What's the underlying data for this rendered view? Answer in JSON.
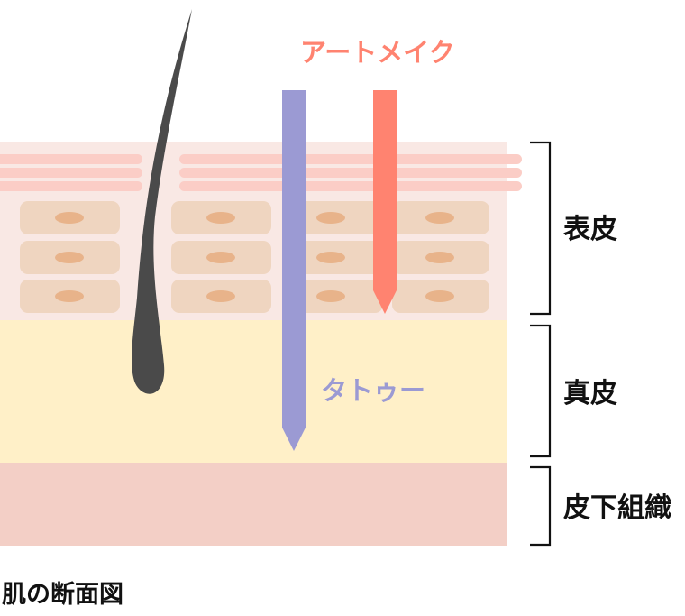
{
  "title": "肌の断面図",
  "layers": {
    "epidermis": "表皮",
    "dermis": "真皮",
    "subcutaneous": "皮下組織"
  },
  "needles": {
    "art_make": {
      "label": "アートメイク",
      "color": "#ff8370"
    },
    "tattoo": {
      "label": "タトゥー",
      "color": "#9b9ad3"
    }
  },
  "colors": {
    "epidermis": "#f9e8e4",
    "stripe": "#fbcdc6",
    "cell": "#efd5c0",
    "nucleus": "#e8b38a",
    "dermis": "#fff0c8",
    "subcutaneous": "#f3cfc6",
    "hair": "#4a4a4a"
  }
}
